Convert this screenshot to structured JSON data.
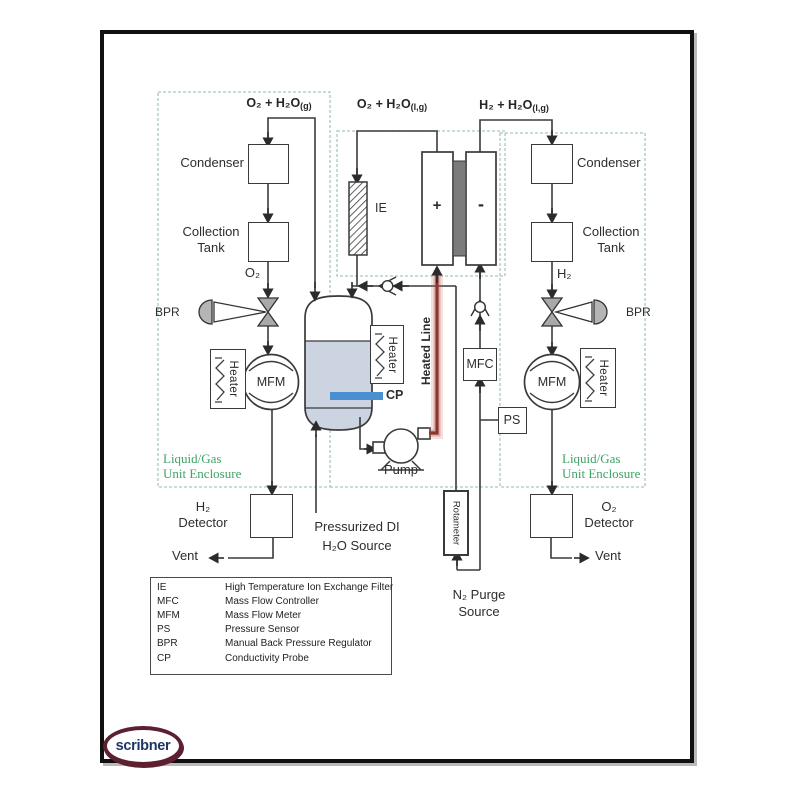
{
  "streams": {
    "left_main": "O₂ + H₂O",
    "left_phase": "(g)",
    "center_main": "O₂ + H₂O",
    "center_phase": "(l,g)",
    "right_main": "H₂ + H₂O",
    "right_phase": "(l,g)"
  },
  "left": {
    "condenser": "Condenser",
    "collection_line1": "Collection",
    "collection_line2": "Tank",
    "gas": "O₂",
    "bpr": "BPR",
    "heater": "Heater",
    "mfm": "MFM",
    "enclosure_line1": "Liquid/Gas",
    "enclosure_line2": "Unit Enclosure",
    "detector_line1": "H₂",
    "detector_line2": "Detector",
    "vent": "Vent"
  },
  "center": {
    "ie": "IE",
    "anode": "+",
    "cathode": "-",
    "heater": "Heater",
    "heated_line": "Heated Line",
    "cp": "CP",
    "pump": "Pump",
    "di_line1": "Pressurized DI",
    "di_line2": "H₂O Source",
    "mfc": "MFC",
    "ps": "PS",
    "rotameter": "Rotameter",
    "n2_line1": "N₂ Purge",
    "n2_line2": "Source"
  },
  "right": {
    "condenser": "Condenser",
    "collection_line1": "Collection",
    "collection_line2": "Tank",
    "gas": "H₂",
    "bpr": "BPR",
    "heater": "Heater",
    "mfm": "MFM",
    "enclosure_line1": "Liquid/Gas",
    "enclosure_line2": "Unit Enclosure",
    "detector_line1": "O₂",
    "detector_line2": "Detector",
    "vent": "Vent"
  },
  "legend": {
    "rows": [
      {
        "abbr": "IE",
        "desc": "High Temperature Ion Exchange Filter"
      },
      {
        "abbr": "MFC",
        "desc": "Mass Flow Controller"
      },
      {
        "abbr": "MFM",
        "desc": "Mass Flow Meter"
      },
      {
        "abbr": "PS",
        "desc": "Pressure Sensor"
      },
      {
        "abbr": "BPR",
        "desc": "Manual Back Pressure Regulator"
      },
      {
        "abbr": "CP",
        "desc": "Conductivity Probe"
      }
    ]
  },
  "logo": {
    "text": "scribner"
  },
  "colors": {
    "line": "#3a3a3a",
    "enclosure_dash": "#a9c9b6",
    "enclosure_text": "#3fa266",
    "tank_water": "#ccd4e2",
    "cp_probe": "#4a90d0",
    "membrane": "#7b7b7b",
    "valve_gray": "#b5b5b5",
    "heated_line": "#8c3533",
    "logo_ring": "#5c2030",
    "logo_text": "#1e3666"
  }
}
